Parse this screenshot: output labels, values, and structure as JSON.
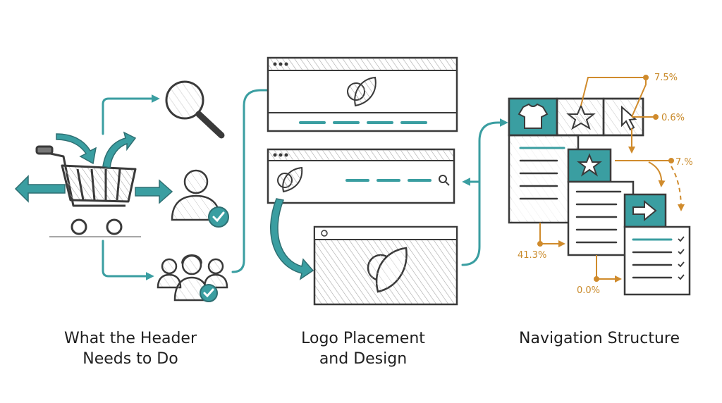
{
  "colors": {
    "teal": "#3a9ea1",
    "ink": "#3a3a3a",
    "orange": "#d08b2c",
    "hatch": "#9a9a9a"
  },
  "sections": [
    {
      "id": "header-needs",
      "title_lines": [
        "What the Header",
        "Needs to Do"
      ]
    },
    {
      "id": "logo-placement",
      "title_lines": [
        "Logo Placement",
        "and Design"
      ]
    },
    {
      "id": "navigation-structure",
      "title_lines": [
        "Navigation Structure"
      ]
    }
  ],
  "icons": {
    "section1": [
      "shopping-cart-icon",
      "magnifier-icon",
      "user-check-icon",
      "support-team-icon"
    ],
    "section2": [
      "leaf-logo-icon",
      "search-icon"
    ],
    "section3": [
      "tshirt-icon",
      "star-icon",
      "cursor-icon",
      "arrow-right-icon",
      "checkmark-icon"
    ]
  },
  "navigation_stats": [
    "7.5%",
    "0.6%",
    "7.%",
    "41.3%",
    "0.0%"
  ]
}
